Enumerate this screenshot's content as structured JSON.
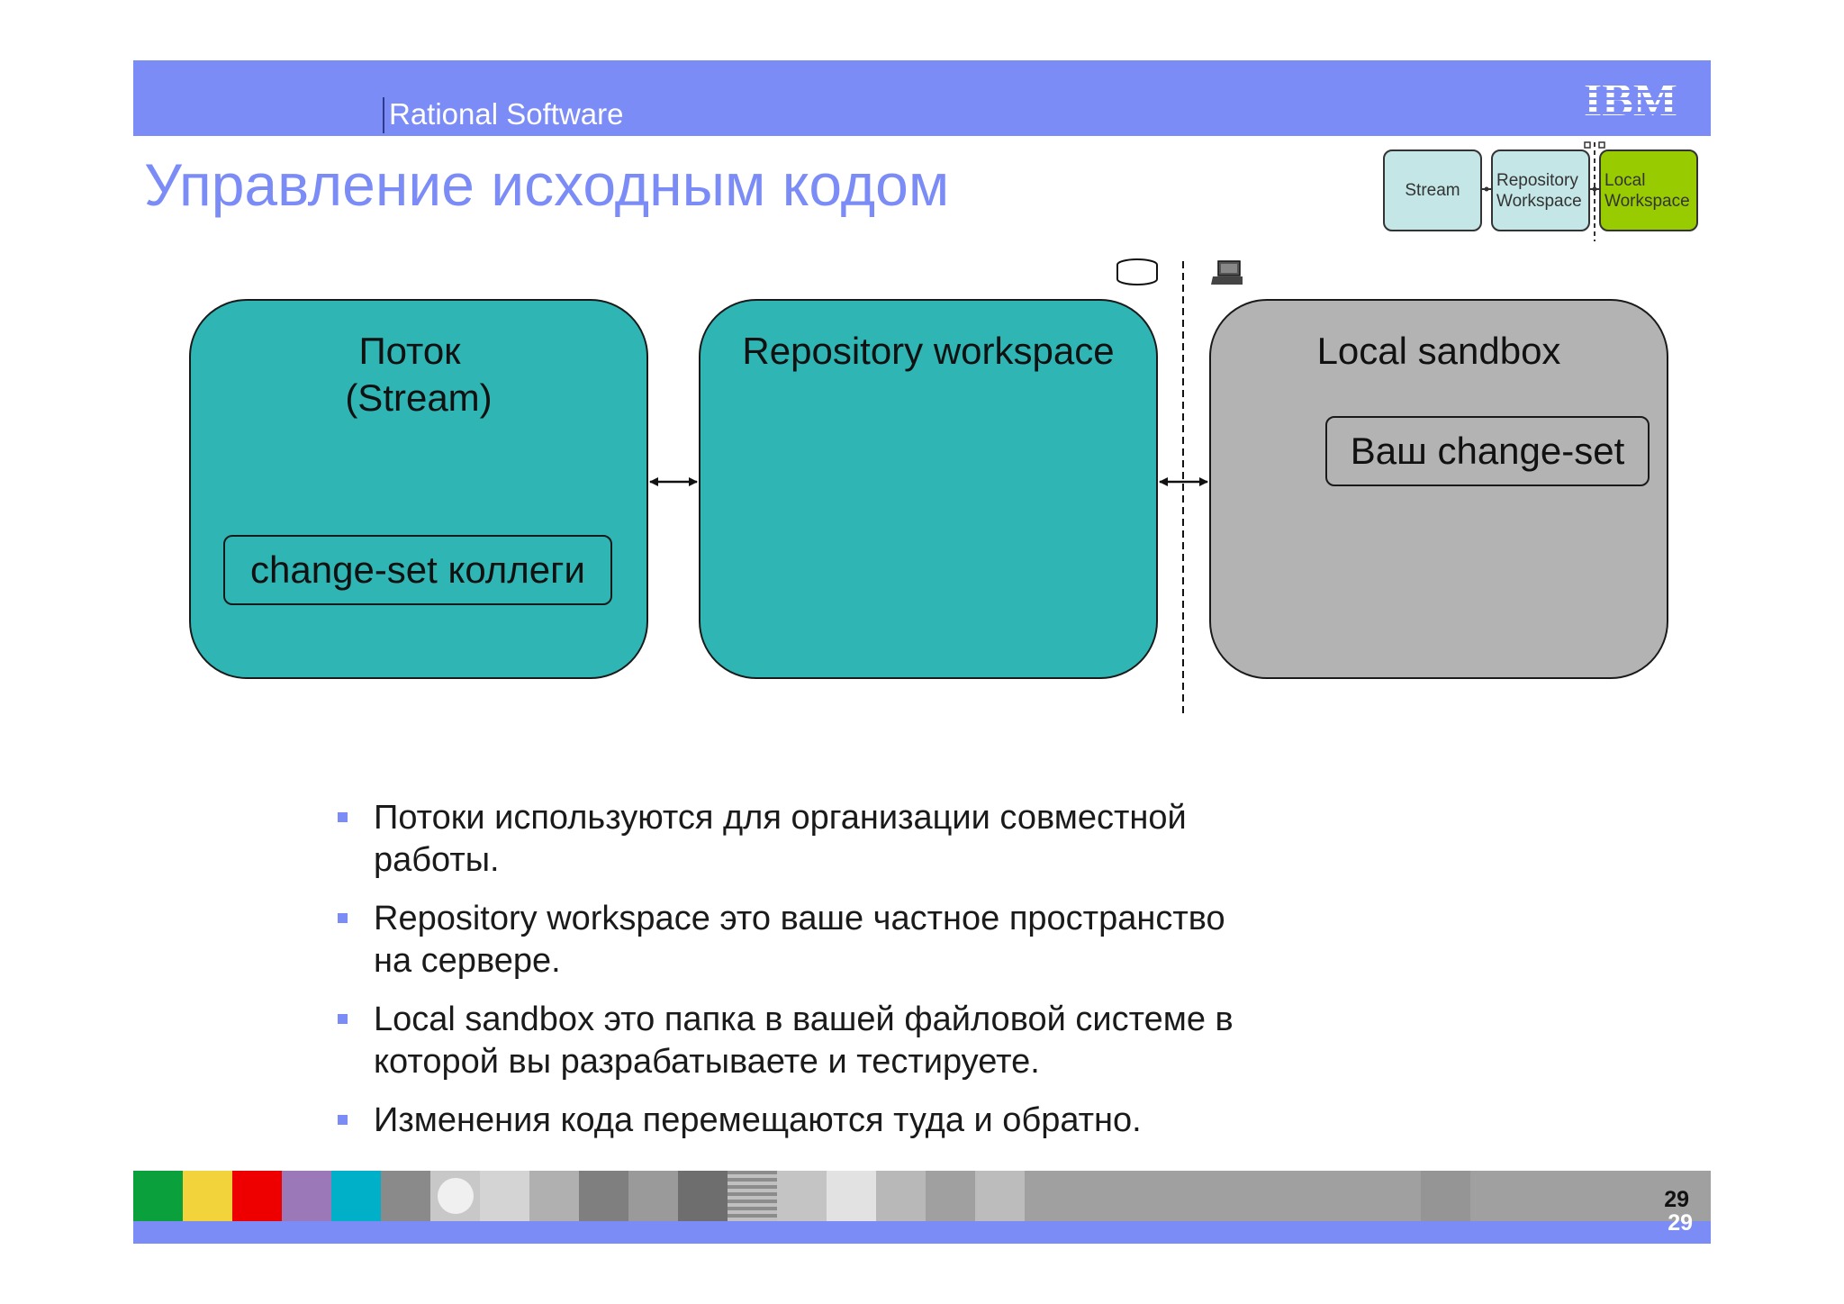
{
  "header": {
    "product_name": "Rational Software",
    "logo_text": "IBM"
  },
  "slide": {
    "title": "Управление исходным кодом",
    "page_number": "29",
    "page_number_repeat": "29"
  },
  "mini_legend": {
    "stream": "Stream",
    "repo_line1": "Repository",
    "repo_line2": "Workspace",
    "local_line1": "Local",
    "local_line2": "Workspace"
  },
  "diagram": {
    "stream_title_line1": "Поток",
    "stream_title_line2": "(Stream)",
    "colleague_changeset": "change-set коллеги",
    "repo_title": "Repository workspace",
    "sandbox_title": "Local sandbox",
    "your_changeset": "Ваш change-set",
    "server_icon": "database-icon",
    "client_icon": "laptop-icon"
  },
  "bullets": [
    {
      "line1": "Потоки используются для организации совместной",
      "line2": "работы."
    },
    {
      "line1": "Repository workspace это ваше частное пространство",
      "line2": "на сервере."
    },
    {
      "line1": "Local sandbox это папка в вашей файловой системе в",
      "line2": "которой вы разрабатываете и тестируете."
    },
    {
      "line1": "Изменения кода перемещаются туда и обратно.",
      "line2": ""
    }
  ],
  "colors": {
    "accent": "#7b8cf7",
    "teal": "#2eb5b4",
    "gray_box": "#b3b3b3",
    "local_green": "#99cc00"
  }
}
